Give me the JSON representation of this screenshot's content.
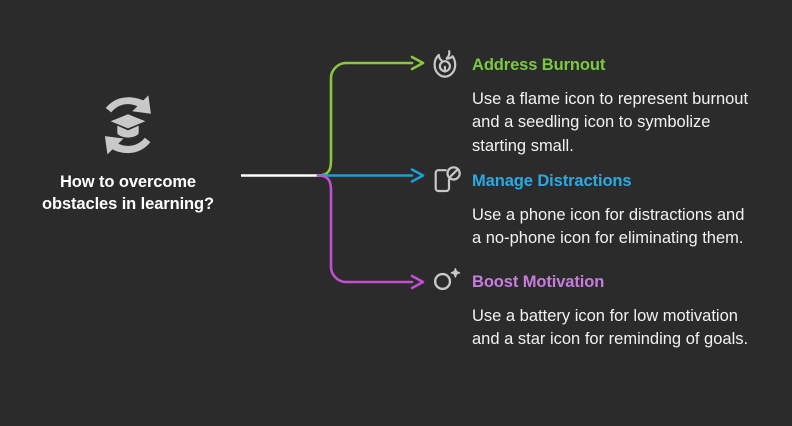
{
  "diagram": {
    "background_color": "#2b2b2b",
    "root": {
      "icon": "learning-cycle-graduation-cap-icon",
      "icon_color": "#c8c8c8",
      "label": "How to overcome obstacles in learning?",
      "label_color": "#ffffff"
    },
    "stem_color": "#ffffff",
    "branches": [
      {
        "id": "address-burnout",
        "icon": "flame-seedling-icon",
        "icon_color": "#c8c8c8",
        "title": "Address Burnout",
        "title_color": "#7ac943",
        "connector_color": "#8cc63f",
        "body": "Use a flame icon to represent burnout and a seedling icon to symbolize starting small.",
        "body_color": "#f2f2f2"
      },
      {
        "id": "manage-distractions",
        "icon": "phone-no-sign-icon",
        "icon_color": "#c8c8c8",
        "title": "Manage Distractions",
        "title_color": "#29abe2",
        "connector_color": "#1a9fd4",
        "body": "Use a phone icon for distractions and a no-phone icon for eliminating them.",
        "body_color": "#f2f2f2"
      },
      {
        "id": "boost-motivation",
        "icon": "atom-sparkle-icon",
        "icon_color": "#c8c8c8",
        "title": "Boost Motivation",
        "title_color": "#c77dde",
        "connector_color": "#c44ed0",
        "body": "Use a battery icon for low motivation and a star icon for reminding of goals.",
        "body_color": "#f2f2f2"
      }
    ]
  }
}
